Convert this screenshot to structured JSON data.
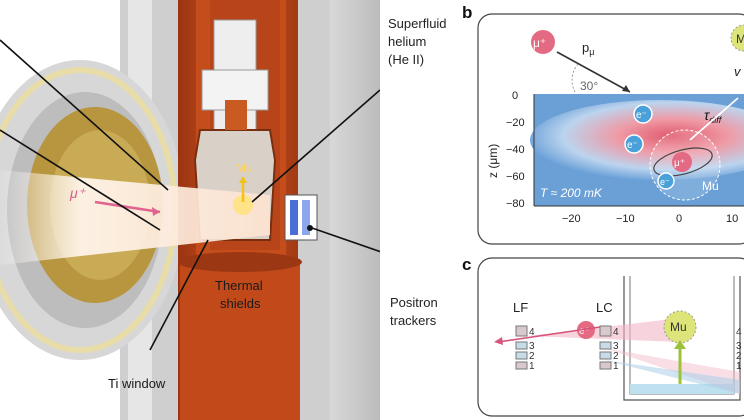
{
  "panel_a": {
    "superfluid_1": "Superfluid",
    "superfluid_2": "helium",
    "superfluid_3": "(He II)",
    "thermal_1": "Thermal",
    "thermal_2": "shields",
    "positron_1": "Positron",
    "positron_2": "trackers",
    "ti_window": "Ti window",
    "mu_label": "Mu",
    "muon_label": "μ⁺"
  },
  "panel_b": {
    "letter": "b",
    "muon": "μ⁺",
    "momentum": "p",
    "momentum_sub": "μ",
    "angle": "30°",
    "tau": "τ",
    "tau_sub": "diff",
    "electron": "e⁻",
    "mu": "Mu",
    "temp": "T ≈ 200 mK",
    "ylabel": "z (μm)",
    "y_ticks": [
      "0",
      "−20",
      "−40",
      "−60",
      "−80"
    ],
    "x_ticks": [
      "−20",
      "−10",
      "0",
      "10"
    ],
    "right_partial": "v",
    "right_circle": "M"
  },
  "panel_c": {
    "letter": "c",
    "lf": "LF",
    "lc": "LC",
    "mu": "Mu",
    "positron": "e⁺",
    "levels": [
      "4",
      "3",
      "2",
      "1"
    ],
    "right_levels": [
      "4",
      "3",
      "2",
      "1"
    ]
  },
  "colors": {
    "copper": "#c8461c",
    "copper_dark": "#8f2e10",
    "gold": "#b89a4a",
    "heatmap_blue": "#6aa3d8",
    "heatmap_red": "#e57a86",
    "muon_pink": "#e0607a",
    "mu_green": "#d6e07a"
  }
}
